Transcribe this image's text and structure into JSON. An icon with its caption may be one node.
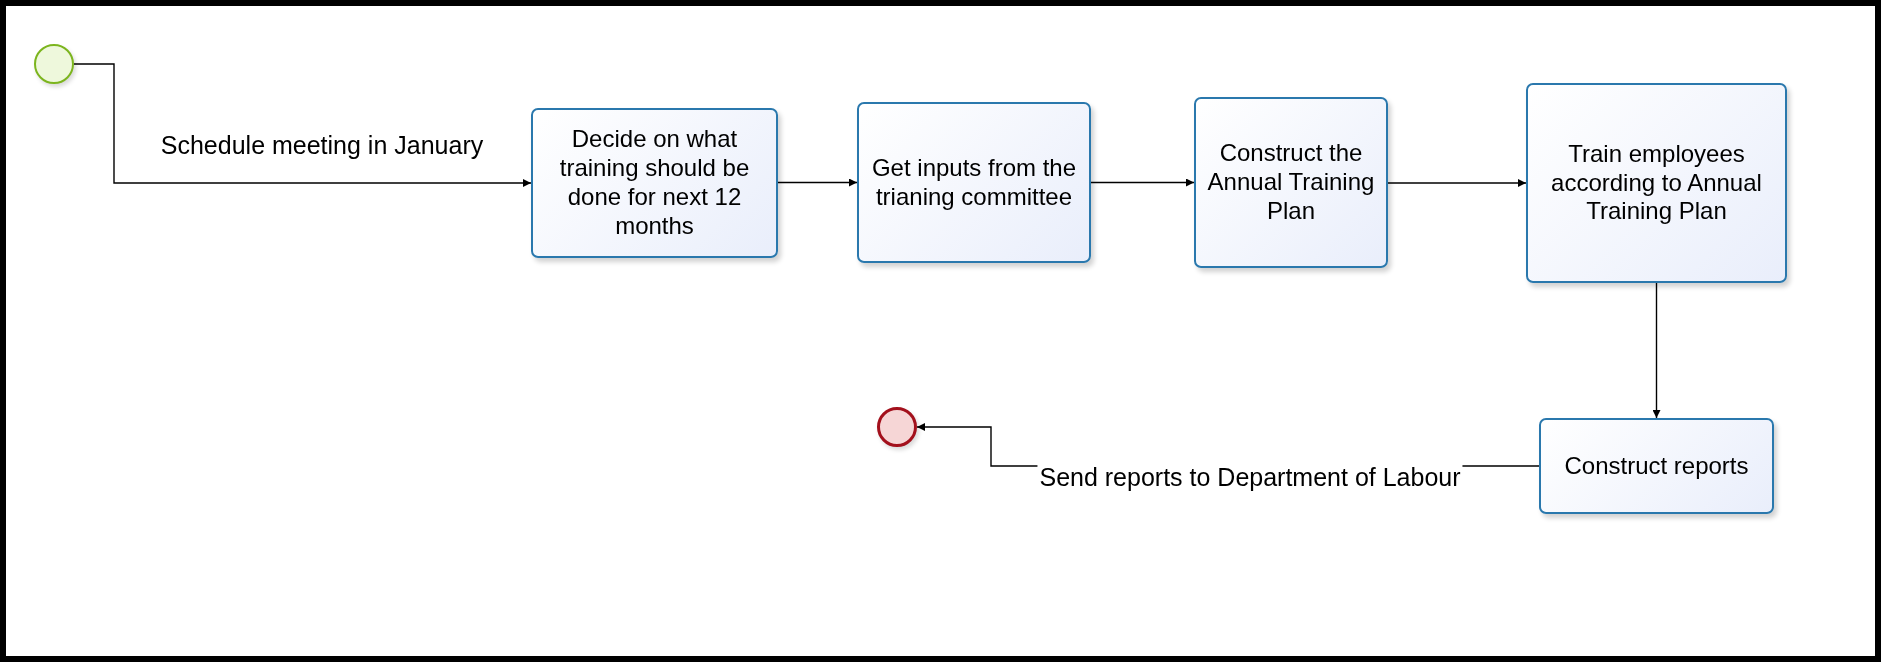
{
  "diagram": {
    "nodes": [
      {
        "text": [],
        "shape": "circle"
      },
      {
        "text": [
          "Decide on what training should be done for next 12 months"
        ]
      },
      {
        "text": [
          "Get inputs from the trianing committee"
        ]
      },
      {
        "text": [
          "Construct the Annual Training Plan"
        ]
      },
      {
        "text": [
          "Train employees according to Annual Training Plan"
        ]
      },
      {
        "text": [
          "Construct reports"
        ]
      },
      {
        "text": [],
        "shape": "circle"
      }
    ],
    "edges": [
      {
        "from": 0,
        "to": 1,
        "arrow": "to",
        "label": "Schedule meeting in January"
      },
      {
        "from": 1,
        "to": 2,
        "arrow": "to"
      },
      {
        "from": 2,
        "to": 3,
        "arrow": "to"
      },
      {
        "from": 3,
        "to": 4,
        "arrow": "to"
      },
      {
        "from": 4,
        "to": 5,
        "arrow": "to"
      },
      {
        "from": 5,
        "to": 6,
        "arrow": "to",
        "label": "Send reports to Department of Labour"
      }
    ]
  }
}
